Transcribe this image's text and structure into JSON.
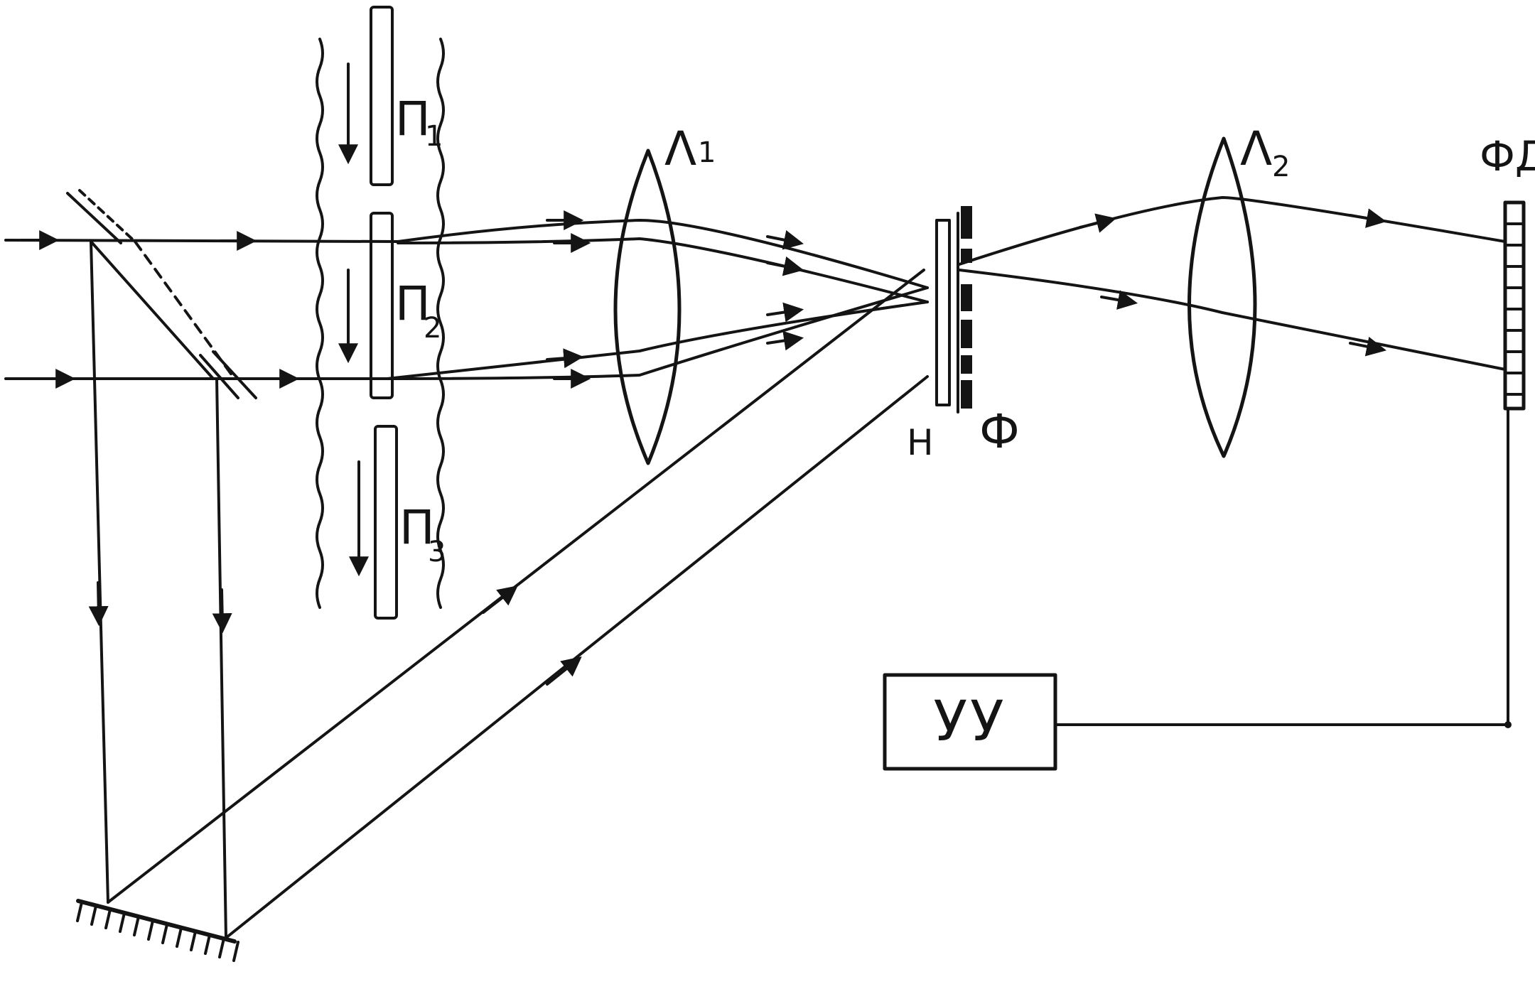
{
  "labels": {
    "lens1": {
      "main": "Λ",
      "sub": "1"
    },
    "lens2": {
      "main": "Λ",
      "sub": "2"
    },
    "plate1": {
      "main": "П",
      "sub": "1"
    },
    "plate2": {
      "main": "П",
      "sub": "2"
    },
    "plate3": {
      "main": "П",
      "sub": "3"
    },
    "hologram": "Н",
    "filter": "Ф",
    "photodetector": "ФД",
    "control_unit": "УУ"
  }
}
